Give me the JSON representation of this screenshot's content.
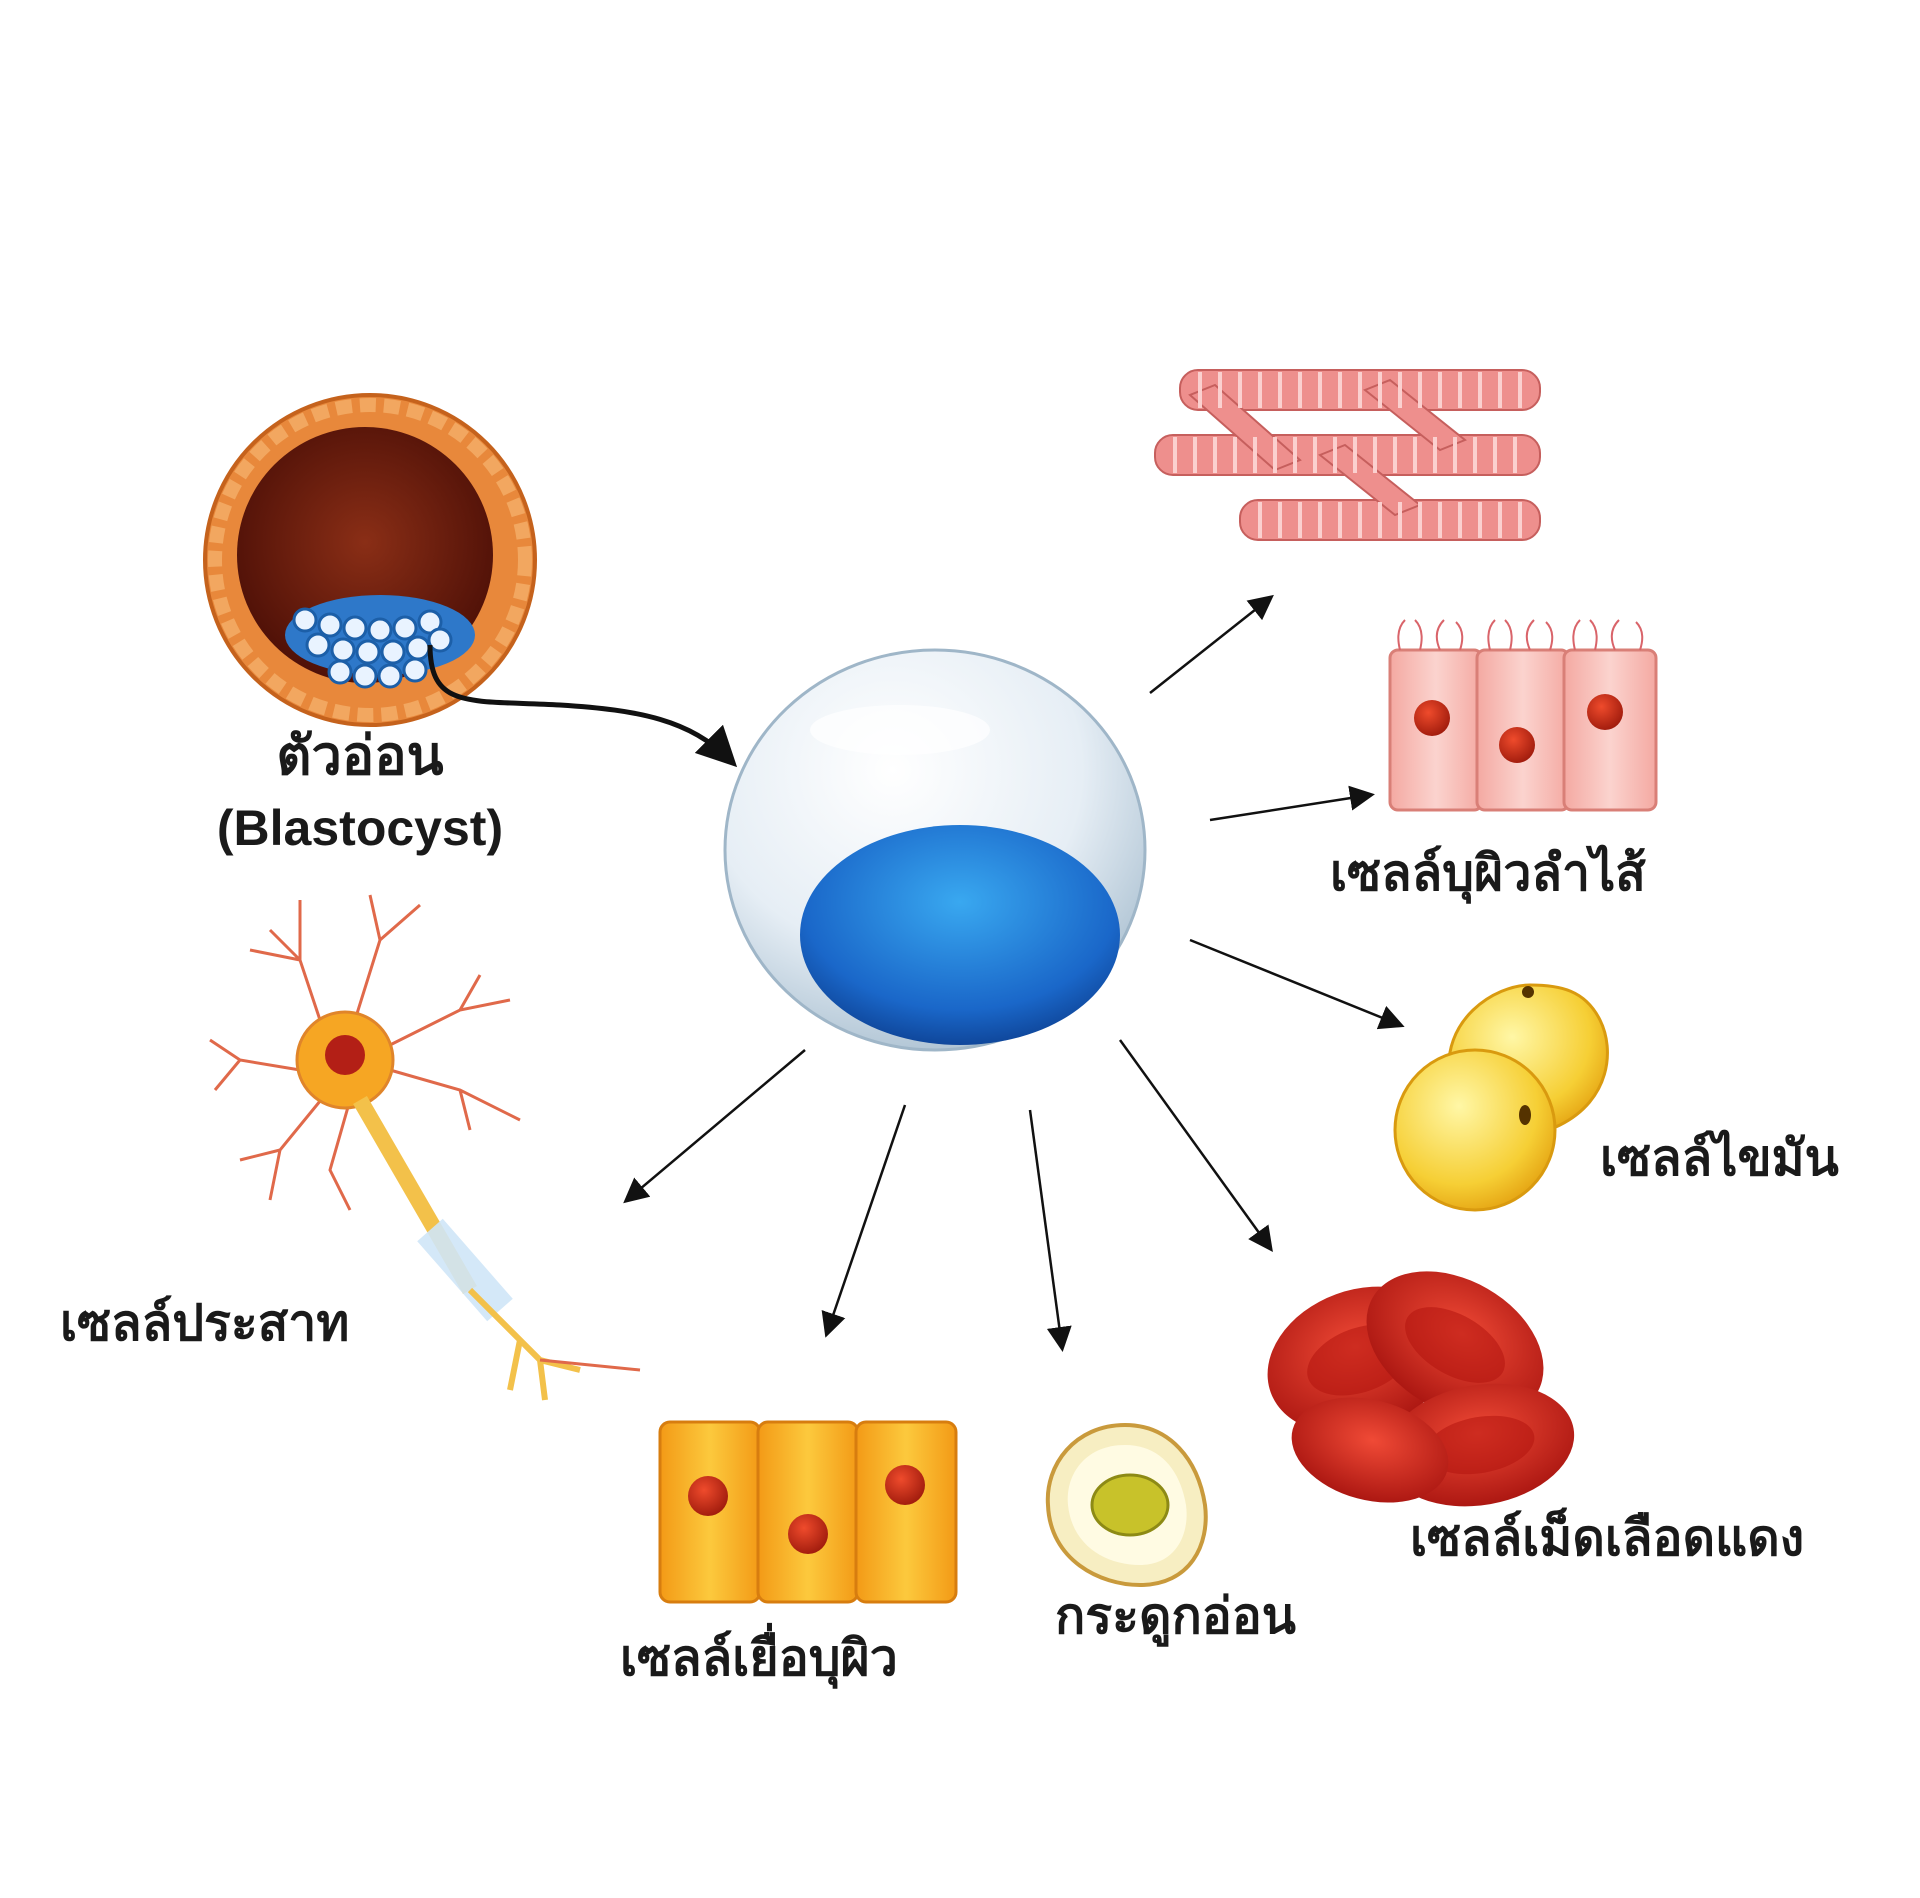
{
  "labels": {
    "embryo_thai": "ตัวอ่อน",
    "embryo_en": "(Blastocyst)",
    "nerve": "เซลล์ประสาท",
    "epithelium": "เซลล์เยื่อบุผิว",
    "cartilage": "กระดูกอ่อน",
    "red_blood": "เซลล์เม็ดเลือดแดง",
    "fat": "เซลล์ไขมัน",
    "intestinal": "เซลล์บุผิวลำไส้"
  },
  "colors": {
    "stem_nucleus": "#1f6fd1",
    "muscle": "#ee8f8d",
    "intestine": "#f6b7b1",
    "fat": "#f6cf35",
    "red_blood": "#d9261d",
    "epithelium": "#f5a91c",
    "cartilage": "#f7eec2",
    "nerve": "#f6a623",
    "arrow": "#111111"
  },
  "icons": {
    "center": "stem-cell-icon",
    "embryo": "blastocyst-icon",
    "muscle": "muscle-fiber-icon",
    "intestine": "intestinal-cell-icon",
    "fat": "fat-cell-icon",
    "red_blood": "red-blood-cell-icon",
    "cartilage": "cartilage-cell-icon",
    "epithelium": "epithelial-cell-icon",
    "nerve": "neuron-icon"
  }
}
